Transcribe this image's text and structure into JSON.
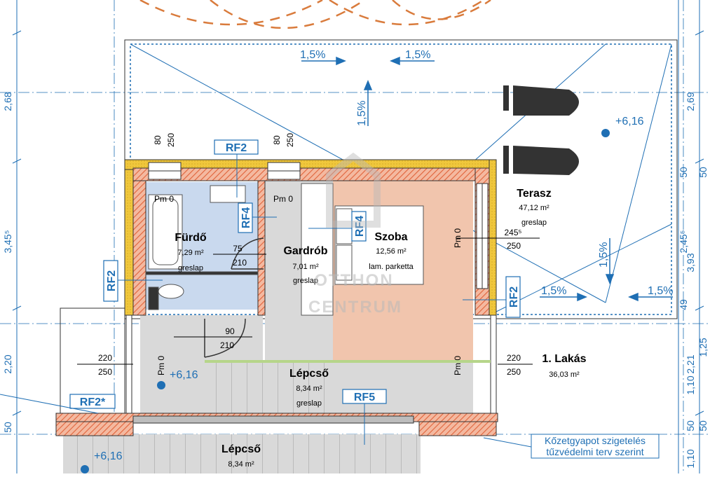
{
  "colors": {
    "dimension_blue": "#1f6fb4",
    "wall_hatch": "#e0633a",
    "insulation": "#f0c73c",
    "bath_floor": "#c9d9ee",
    "room_floor": "#f1c5ad",
    "corridor_floor": "#d9d9d9",
    "trees": "#d97b3c"
  },
  "rooms": [
    {
      "name": "Fürdő",
      "area": "7,29 m²",
      "finish": "greslap"
    },
    {
      "name": "Gardrób",
      "area": "7,01 m²",
      "finish": "greslap"
    },
    {
      "name": "Szoba",
      "area": "12,56 m²",
      "finish": "lam. parketta"
    },
    {
      "name": "Terasz",
      "area": "47,12 m²",
      "finish": "greslap"
    },
    {
      "name": "Lépcső",
      "area": "8,34 m²",
      "finish": "greslap"
    },
    {
      "name": "1. Lakás",
      "area": "36,03 m²"
    },
    {
      "name": "Lépcső",
      "area": "8,34 m²"
    }
  ],
  "levels": [
    "+6,16",
    "+6,16",
    "+6,16"
  ],
  "slopes": [
    "1,5%",
    "1,5%",
    "1,5%",
    "1,5%",
    "1,5%",
    "1,5%"
  ],
  "tags": [
    "RF2",
    "RF4",
    "RF4",
    "RF2",
    "RF2",
    "RF2*",
    "RF5"
  ],
  "pm_labels": [
    "Pm 0",
    "Pm 0",
    "Pm 0",
    "Pm 0",
    "Pm 0"
  ],
  "openings": [
    {
      "width": "80",
      "height": "250"
    },
    {
      "width": "80",
      "height": "250"
    },
    {
      "width": "75",
      "height": "210"
    },
    {
      "width": "90",
      "height": "210"
    },
    {
      "width": "245⁵",
      "height": "250"
    },
    {
      "width": "220",
      "height": "250"
    },
    {
      "width": "220",
      "height": "250"
    }
  ],
  "dims_left": [
    "2,68",
    "3,45⁵",
    "2,20",
    "50"
  ],
  "dims_right_inner": [
    "2,69",
    "3,93",
    "2,21",
    "1,10",
    "50",
    "1,10",
    "50",
    "49",
    "2,45⁵"
  ],
  "dims_right_outer": [
    "50",
    "1,25",
    "50"
  ],
  "note_lines": [
    "Kőzetgyapot szigetelés",
    "tűzvédelmi terv szerint"
  ],
  "watermark": {
    "top": "OTTHON",
    "bottom": "CENTRUM"
  }
}
